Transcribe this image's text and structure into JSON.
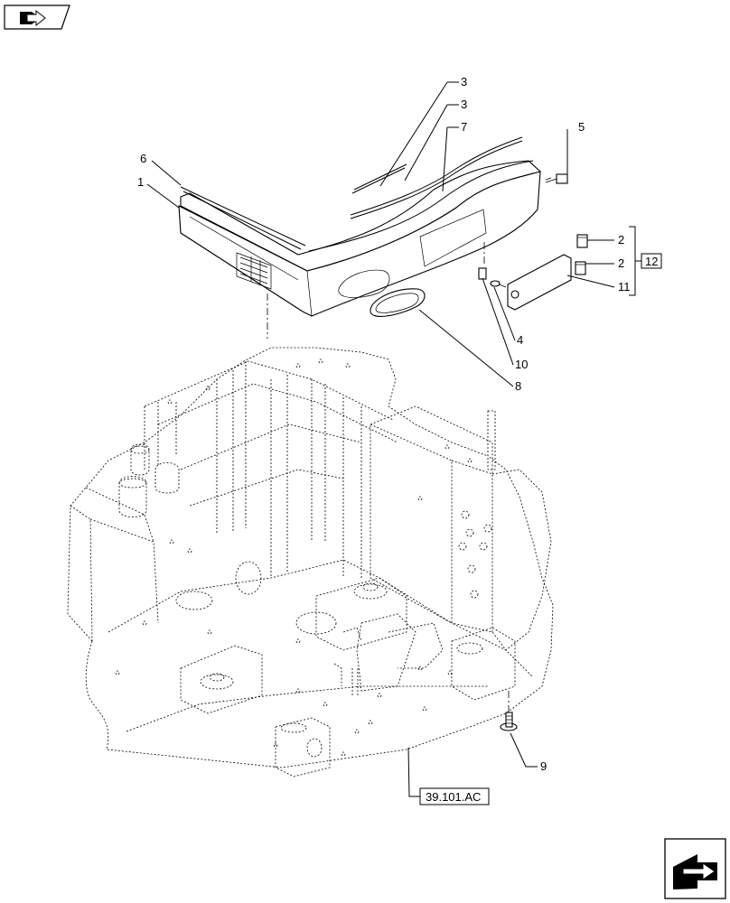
{
  "nav": {
    "back_icon": "book-arrow-icon",
    "next_icon": "next-arrow-icon"
  },
  "callouts": {
    "c1": "1",
    "c2a": "2",
    "c2b": "2",
    "c3a": "3",
    "c3b": "3",
    "c4": "4",
    "c5": "5",
    "c6": "6",
    "c7": "7",
    "c8": "8",
    "c9": "9",
    "c10": "10",
    "c11": "11",
    "c12": "12"
  },
  "reference": {
    "label": "39.101.AC"
  }
}
